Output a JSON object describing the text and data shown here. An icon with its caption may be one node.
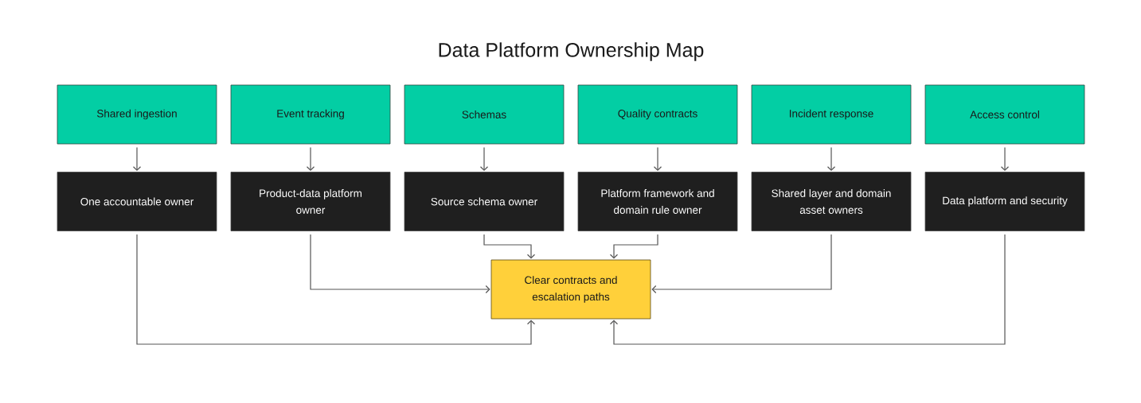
{
  "diagram": {
    "title": "Data Platform Ownership Map",
    "nodes": [
      {
        "text": [
          "Shared ingestion"
        ]
      },
      {
        "text": [
          "Event tracking"
        ]
      },
      {
        "text": [
          "Schemas"
        ]
      },
      {
        "text": [
          "Quality contracts"
        ]
      },
      {
        "text": [
          "Incident response"
        ]
      },
      {
        "text": [
          "Access control"
        ]
      },
      {
        "text": [
          "One accountable owner"
        ]
      },
      {
        "text": [
          "Product-data platform owner"
        ]
      },
      {
        "text": [
          "Source schema owner"
        ]
      },
      {
        "text": [
          "Platform framework and domain rule owner"
        ]
      },
      {
        "text": [
          "Shared layer and domain asset owners"
        ]
      },
      {
        "text": [
          "Data platform and security"
        ]
      },
      {
        "text": [
          "Clear contracts and escalation paths"
        ]
      }
    ],
    "edges": [
      {
        "from": 0,
        "to": 6,
        "arrow": "to"
      },
      {
        "from": 1,
        "to": 7,
        "arrow": "to"
      },
      {
        "from": 2,
        "to": 8,
        "arrow": "to"
      },
      {
        "from": 3,
        "to": 9,
        "arrow": "to"
      },
      {
        "from": 4,
        "to": 10,
        "arrow": "to"
      },
      {
        "from": 5,
        "to": 11,
        "arrow": "to"
      },
      {
        "from": 6,
        "to": 12,
        "arrow": "to"
      },
      {
        "from": 7,
        "to": 12,
        "arrow": "to"
      },
      {
        "from": 8,
        "to": 12,
        "arrow": "to"
      },
      {
        "from": 9,
        "to": 12,
        "arrow": "to"
      },
      {
        "from": 10,
        "to": 12,
        "arrow": "to"
      },
      {
        "from": 11,
        "to": 12,
        "arrow": "to"
      }
    ]
  }
}
